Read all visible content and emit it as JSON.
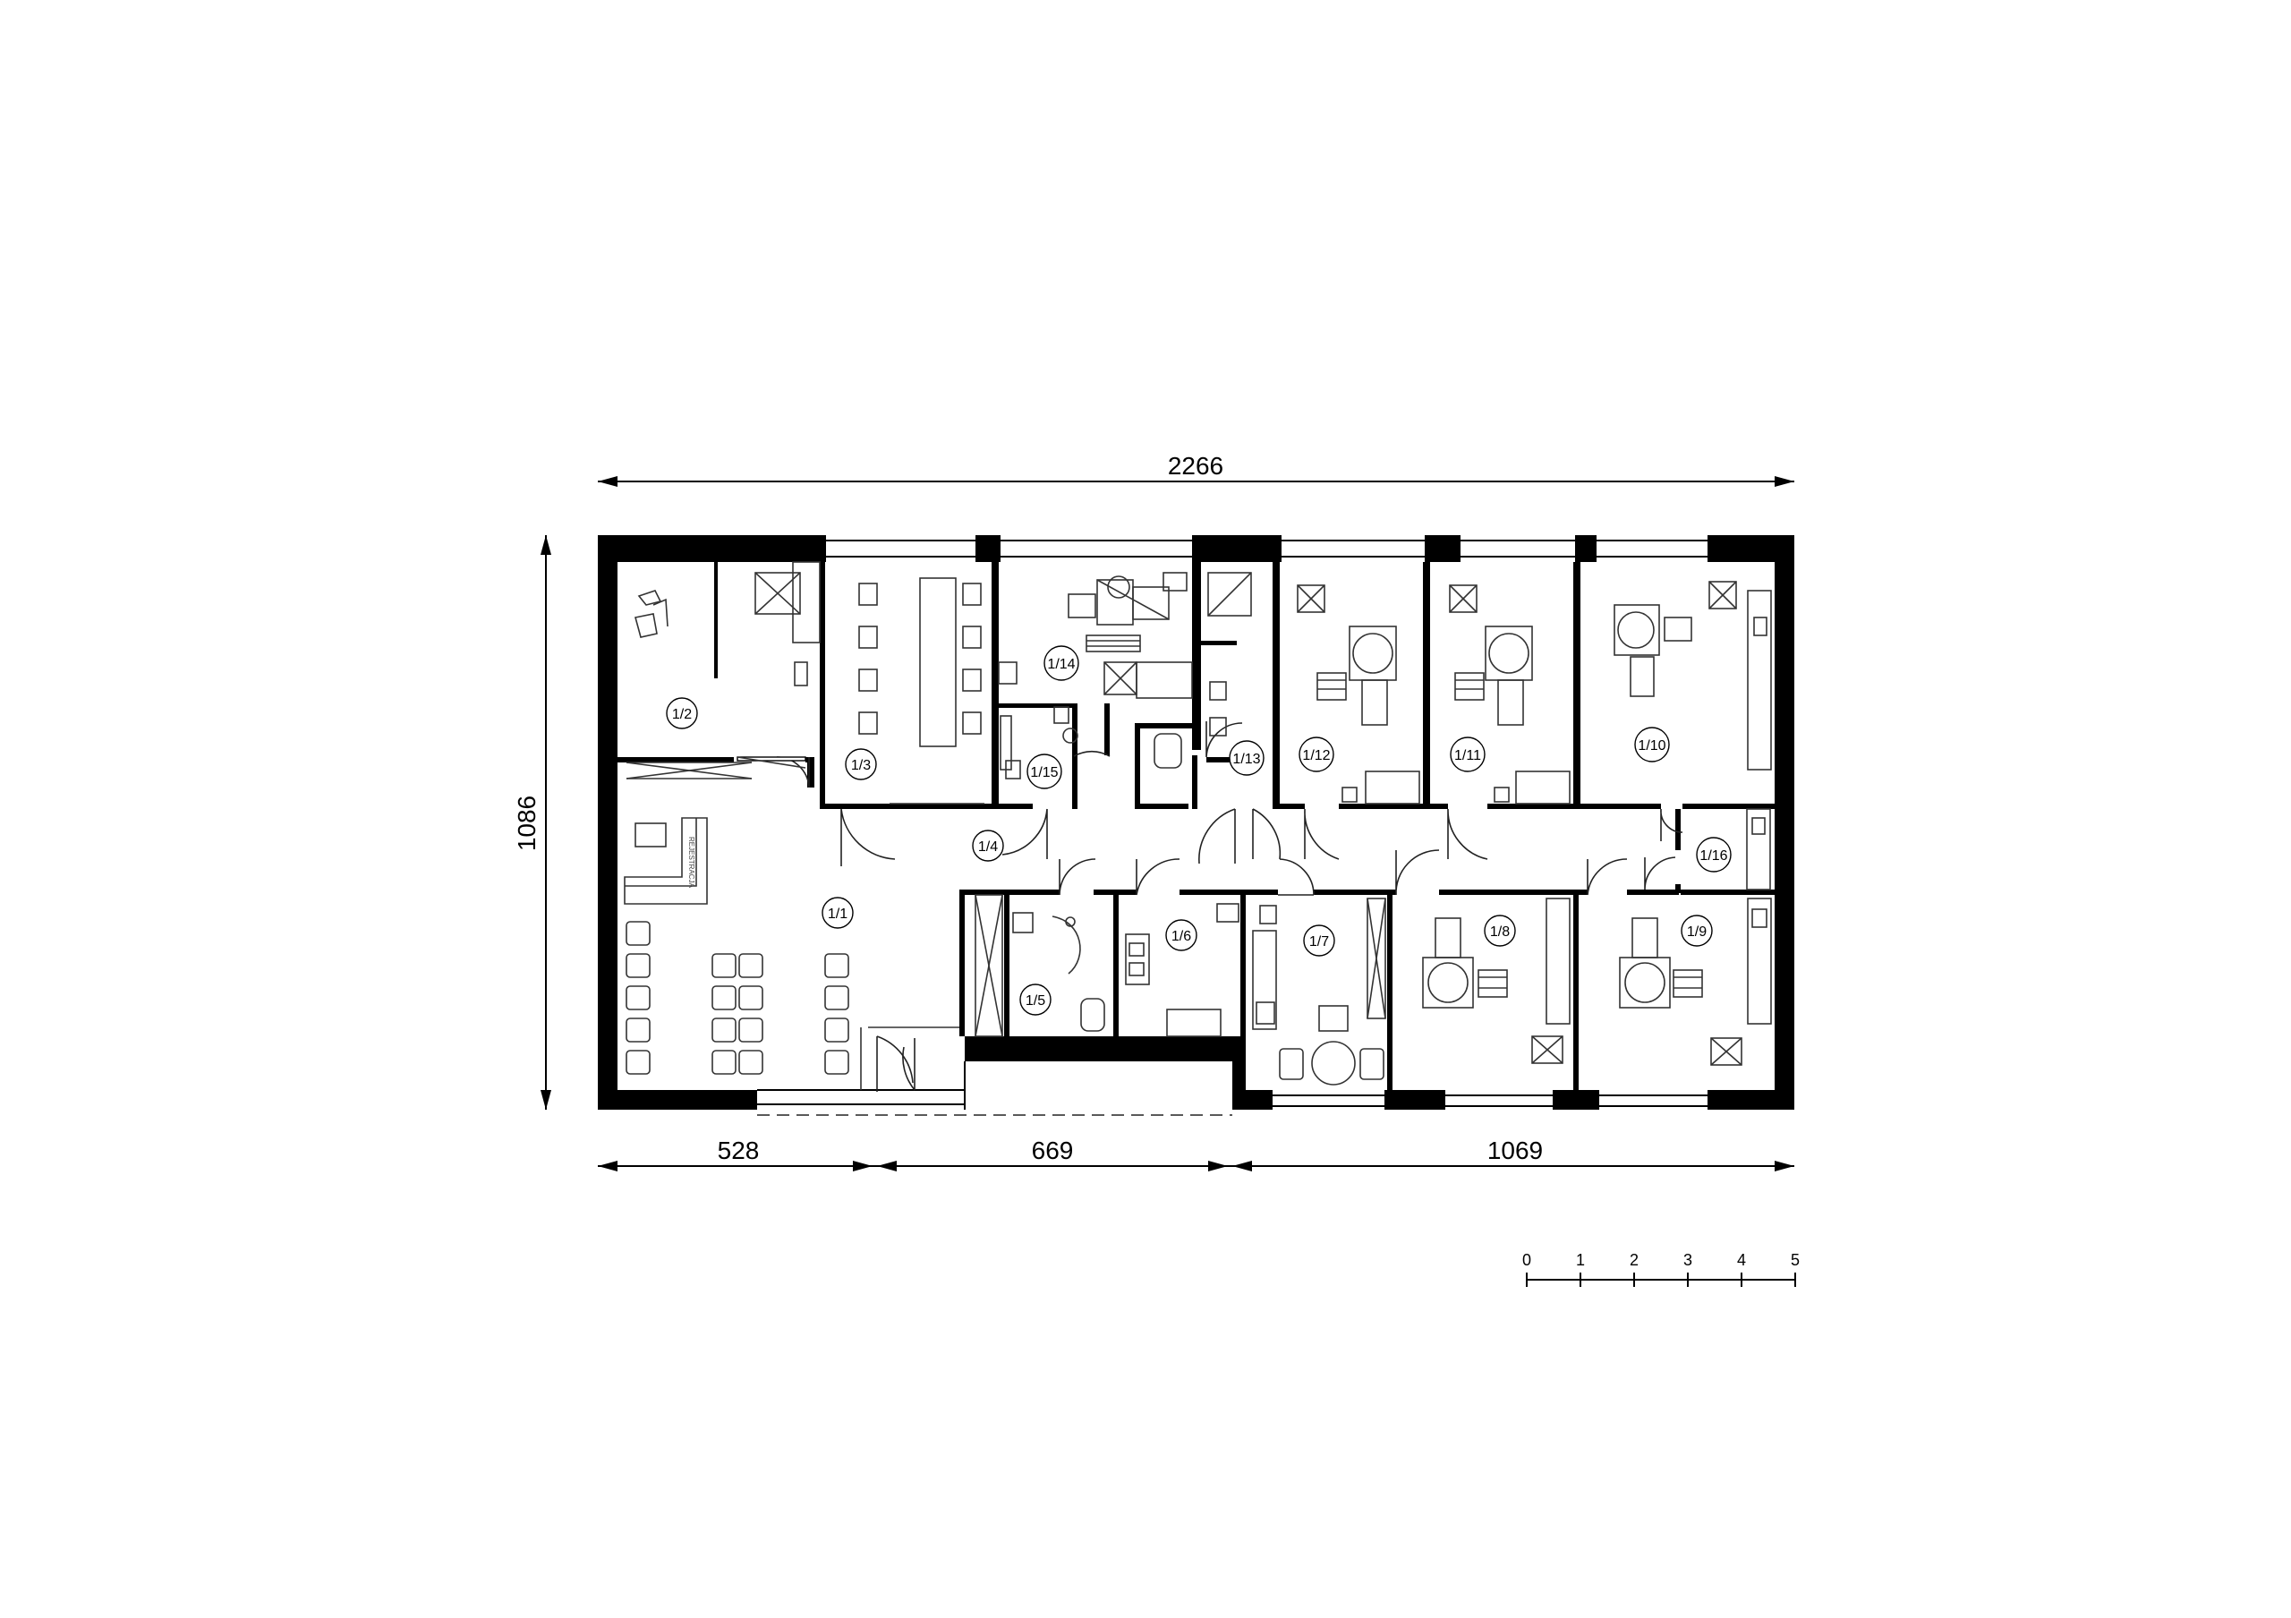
{
  "dimensions": {
    "total_width": "2266",
    "total_height": "1086",
    "segments": [
      "528",
      "669",
      "1069"
    ]
  },
  "rooms": [
    "1/1",
    "1/2",
    "1/3",
    "1/4",
    "1/5",
    "1/6",
    "1/7",
    "1/8",
    "1/9",
    "1/10",
    "1/11",
    "1/12",
    "1/13",
    "1/14",
    "1/15",
    "1/16"
  ],
  "reception_label": "REJESTRACJA",
  "scale_bar": {
    "ticks": [
      "0",
      "1",
      "2",
      "3",
      "4",
      "5"
    ]
  },
  "colors": {
    "wall": "#000000",
    "line": "#333333",
    "background": "#ffffff"
  }
}
